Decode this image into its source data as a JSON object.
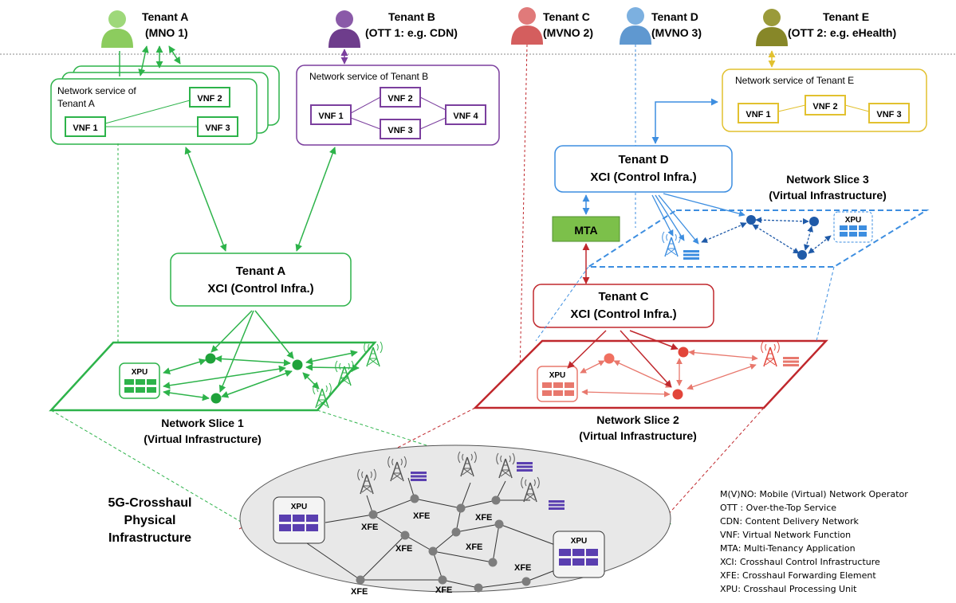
{
  "tenants": [
    {
      "name": "Tenant A",
      "sub": "(MNO 1)"
    },
    {
      "name": "Tenant B",
      "sub": "(OTT 1: e.g. CDN)"
    },
    {
      "name": "Tenant C",
      "sub": "(MVNO 2)"
    },
    {
      "name": "Tenant D",
      "sub": "(MVNO 3)"
    },
    {
      "name": "Tenant E",
      "sub": "(OTT 2: e.g. eHealth)"
    }
  ],
  "services": {
    "a": {
      "title1": "Network service of",
      "title2": "Tenant A",
      "vnfs": [
        "VNF 1",
        "VNF 2",
        "VNF 3"
      ]
    },
    "b": {
      "title": "Network service of Tenant B",
      "vnfs": [
        "VNF 1",
        "VNF 2",
        "VNF 3",
        "VNF 4"
      ]
    },
    "e": {
      "title": "Network service of Tenant E",
      "vnfs": [
        "VNF 1",
        "VNF 2",
        "VNF 3"
      ]
    }
  },
  "xci": [
    {
      "line1": "Tenant A",
      "line2": "XCI (Control Infra.)"
    },
    {
      "line1": "Tenant C",
      "line2": "XCI (Control Infra.)"
    },
    {
      "line1": "Tenant D",
      "line2": "XCI (Control Infra.)"
    }
  ],
  "mta": "MTA",
  "slices": [
    {
      "line1": "Network Slice 1",
      "line2": "(Virtual Infrastructure)"
    },
    {
      "line1": "Network Slice 2",
      "line2": "(Virtual Infrastructure)"
    },
    {
      "line1": "Network Slice 3",
      "line2": "(Virtual Infrastructure)"
    }
  ],
  "physical": {
    "line1": "5G-Crosshaul",
    "line2": "Physical",
    "line3": "Infrastructure"
  },
  "xpu": "XPU",
  "xfe": "XFE",
  "legend": [
    "M(V)NO: Mobile (Virtual) Network Operator",
    "OTT : Over-the-Top Service",
    "CDN: Content Delivery Network",
    "VNF: Virtual Network Function",
    "MTA: Multi-Tenancy Application",
    "XCI: Crosshaul Control Infrastructure",
    "XFE: Crosshaul Forwarding Element",
    "XPU: Crosshaul Processing Unit"
  ],
  "colors": {
    "green": "#2db34a",
    "purple": "#7b3f9e",
    "red": "#c0282d",
    "blue": "#3d8ee0",
    "yellow": "#e2c12f",
    "mta_fill": "#7cc04a",
    "physical_fill": "#e8e8e8"
  }
}
